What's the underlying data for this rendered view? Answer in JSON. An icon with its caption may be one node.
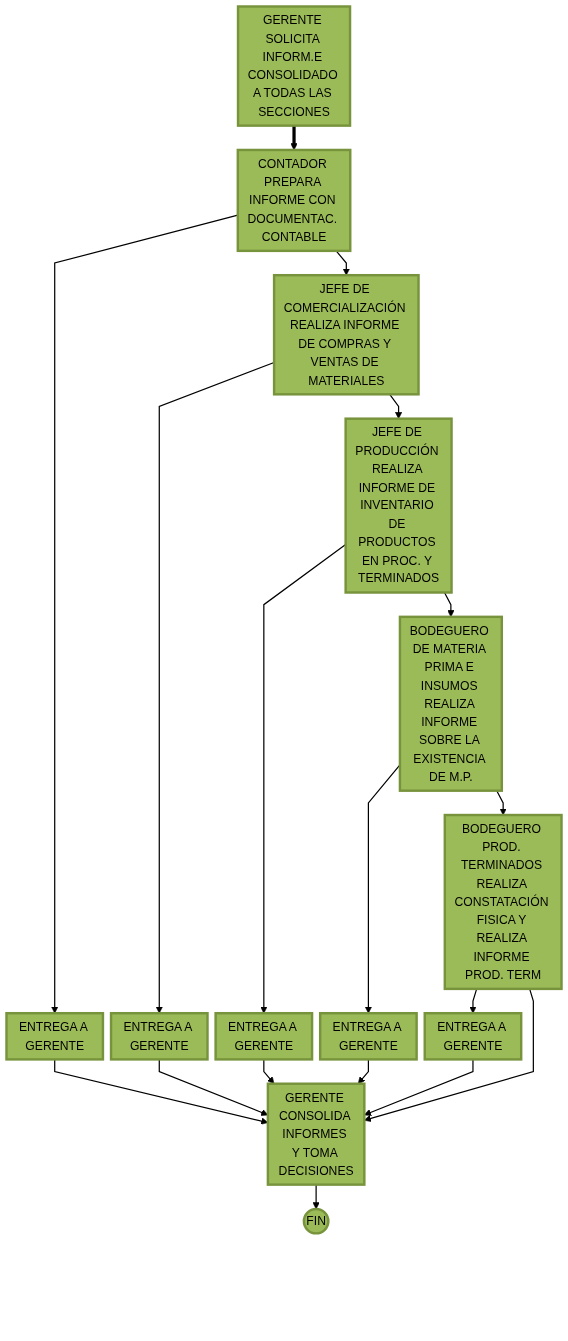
{
  "diagram": {
    "nodes": [
      {
        "text": [
          "GERENTE SOLICITA INFORM.E CONSOLIDADO A TODAS LAS SECCIONES"
        ]
      },
      {
        "text": [
          "CONTADOR PREPARA INFORME CON DOCUMENTAC. CONTABLE"
        ]
      },
      {
        "text": [
          "ENTREGA A GERENTE"
        ]
      },
      {
        "text": [
          "JEFE DE COMERCIALIZACIÓN REALIZA INFORME DE COMPRAS Y VENTAS DE MATERIALES"
        ]
      },
      {
        "text": [
          "ENTREGA A GERENTE"
        ]
      },
      {
        "text": [
          "JEFE DE PRODUCCIÓN REALIZA INFORME DE INVENTARIO DE PRODUCTOS EN PROC. Y TERMINADOS"
        ]
      },
      {
        "text": [
          "ENTREGA A GERENTE"
        ]
      },
      {
        "text": [
          "BODEGUERO DE MATERIA PRIMA E INSUMOS REALIZA INFORME SOBRE LA EXISTENCIA DE M.P."
        ]
      },
      {
        "text": [
          "ENTREGA A GERENTE"
        ]
      },
      {
        "text": [
          "BODEGUERO PROD. TERMINADOS REALIZA CONSTATACIÓN FISICA Y REALIZA INFORME PROD. TERM"
        ]
      },
      {
        "text": [
          "ENTREGA A GERENTE"
        ]
      },
      {
        "text": [
          "GERENTE CONSOLIDA INFORMES Y TOMA DECISIONES"
        ]
      },
      {
        "text": [
          "FIN"
        ]
      }
    ],
    "edges": [
      {
        "from": 0,
        "to": 1,
        "arrow": "to",
        "style": "thick"
      },
      {
        "from": 1,
        "to": 2,
        "arrow": "to"
      },
      {
        "from": 1,
        "to": 3,
        "arrow": "to"
      },
      {
        "from": 3,
        "to": 4,
        "arrow": "to"
      },
      {
        "from": 3,
        "to": 5,
        "arrow": "to"
      },
      {
        "from": 5,
        "to": 6,
        "arrow": "to"
      },
      {
        "from": 5,
        "to": 7,
        "arrow": "to"
      },
      {
        "from": 7,
        "to": 8,
        "arrow": "to"
      },
      {
        "from": 7,
        "to": 9,
        "arrow": "to"
      },
      {
        "from": 9,
        "to": 10,
        "arrow": "to"
      },
      {
        "from": 9,
        "to": 11,
        "arrow": "to"
      },
      {
        "from": 2,
        "to": 11,
        "arrow": "to"
      },
      {
        "from": 4,
        "to": 11,
        "arrow": "to"
      },
      {
        "from": 6,
        "to": 11,
        "arrow": "to"
      },
      {
        "from": 8,
        "to": 11,
        "arrow": "to"
      },
      {
        "from": 10,
        "to": 11,
        "arrow": "to"
      },
      {
        "from": 11,
        "to": 12,
        "arrow": "to"
      }
    ]
  }
}
